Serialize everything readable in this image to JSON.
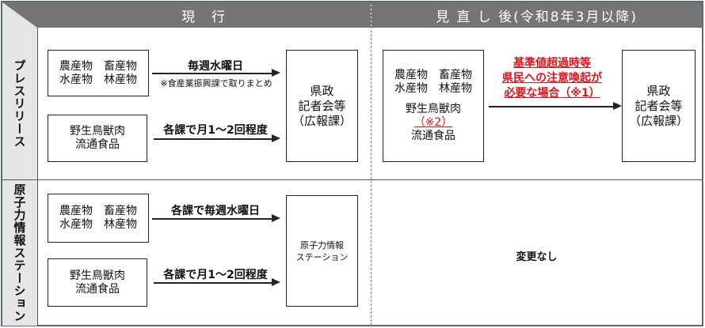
{
  "headers": {
    "current": "現　行",
    "revised": "見 直 し 後(令和8年3月以降)"
  },
  "rows": [
    {
      "label": "プレスリリース",
      "current": {
        "box1": [
          "農産物　畜産物",
          "水産物　林産物"
        ],
        "arrow1": "毎週水曜日",
        "arrow1_note": "※食産業振興課で取りまとめ",
        "box2": [
          "野生鳥獣肉",
          "流通食品"
        ],
        "arrow2": "各課で月1～2回程度",
        "target": [
          "県政",
          "記者会等",
          "（広報課）"
        ]
      },
      "revised": {
        "box": [
          "農産物　畜産物",
          "水産物　林産物",
          "野生鳥獣肉",
          "（※2）",
          "流通食品"
        ],
        "arrow": [
          "基準値超過時等",
          "県民への注意喚起が",
          "必要な場合（※1）"
        ],
        "target": [
          "県政",
          "記者会等",
          "（広報課）"
        ]
      }
    },
    {
      "label": "原子力情報ステーション",
      "current": {
        "box1": [
          "農産物　畜産物",
          "水産物　林産物"
        ],
        "arrow1": "各課で毎週水曜日",
        "box2": [
          "野生鳥獣肉",
          "流通食品"
        ],
        "arrow2": "各課で月1～2回程度",
        "target": [
          "原子力情報",
          "ステーション"
        ]
      },
      "revised": {
        "text": "変更なし"
      }
    }
  ],
  "colors": {
    "header": "#757575",
    "side": "#e6e6e6",
    "highlight": "#e0141c"
  }
}
